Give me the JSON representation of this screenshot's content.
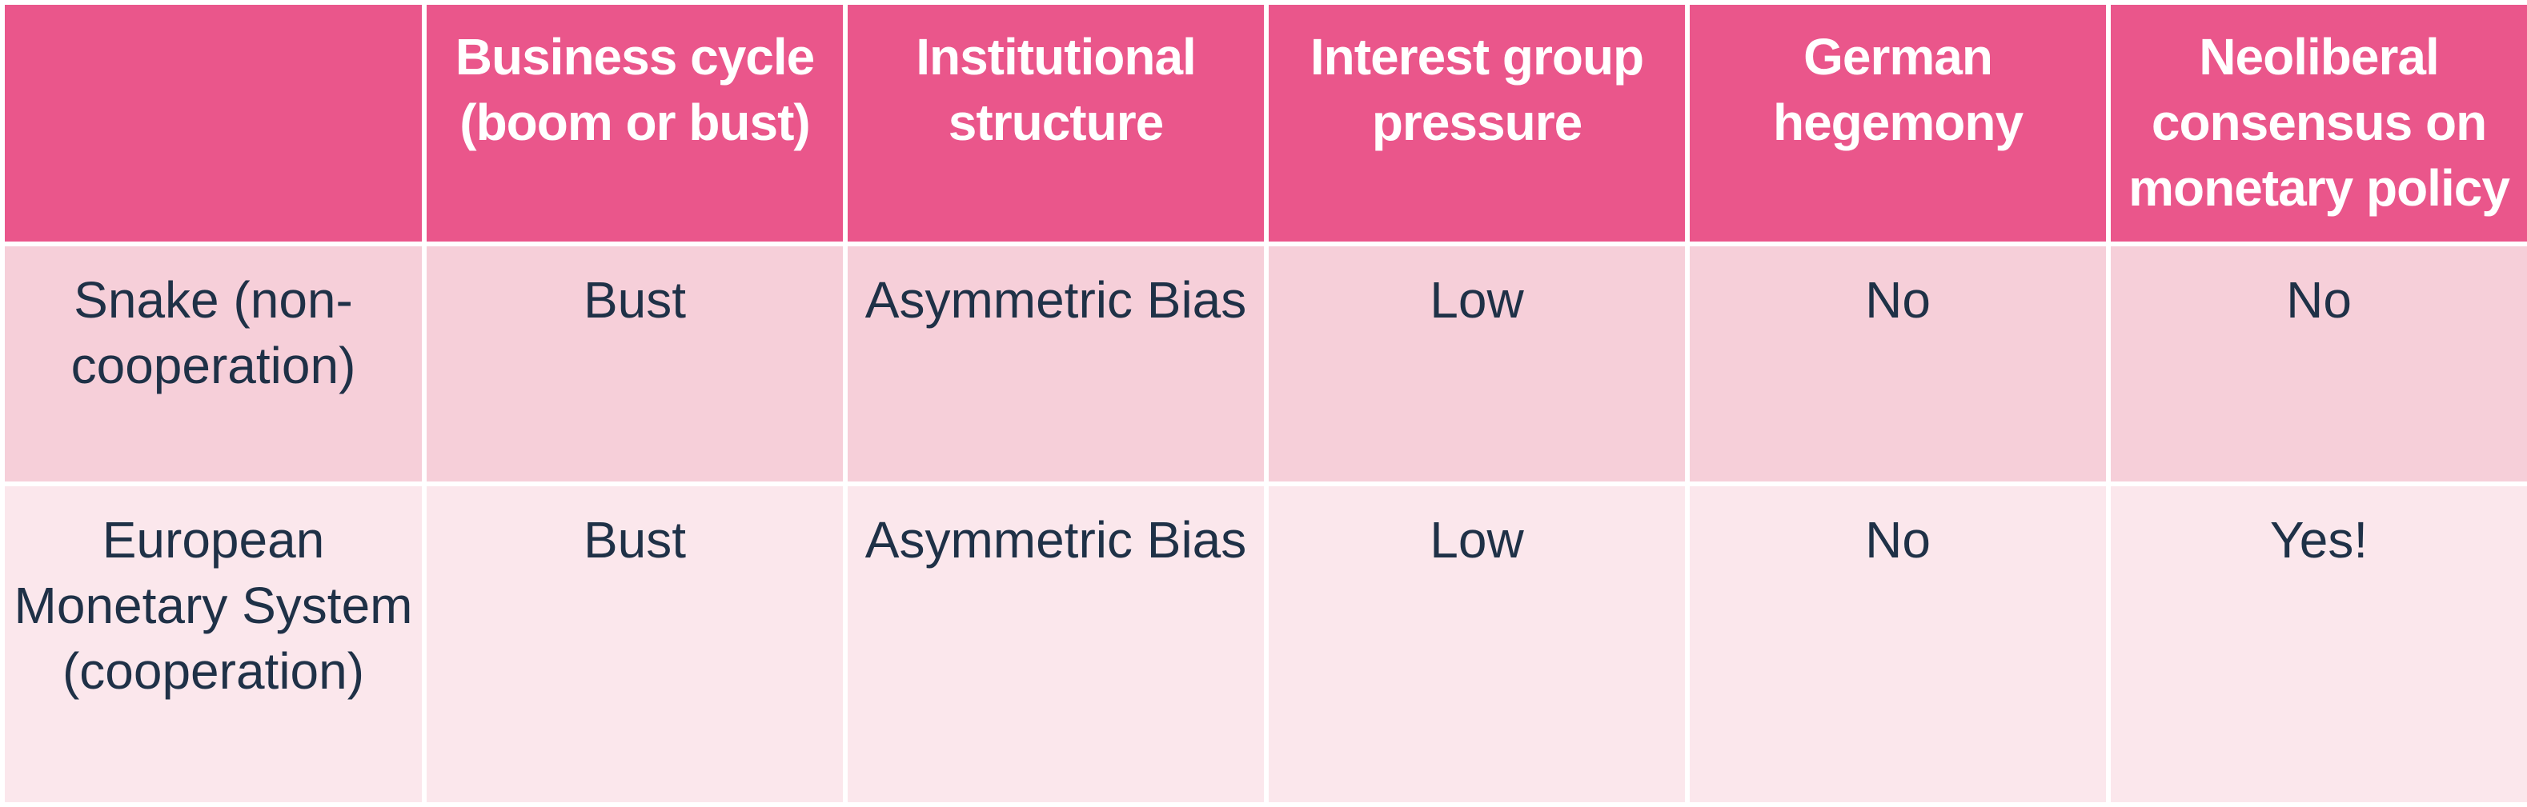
{
  "table": {
    "headers": [
      "",
      "Business cycle (boom or bust)",
      "Institutional structure",
      "Interest group pressure",
      "German hegemony",
      "Neoliberal consensus on monetary policy"
    ],
    "rows": [
      {
        "label": "Snake (non-cooperation)",
        "cells": [
          "Bust",
          "Asymmetric Bias",
          "Low",
          "No",
          "No"
        ]
      },
      {
        "label": "European Monetary System (cooperation)",
        "cells": [
          "Bust",
          "Asymmetric Bias",
          "Low",
          "No",
          "Yes!"
        ]
      }
    ]
  },
  "colors": {
    "header_bg": "#ea568b",
    "row1_bg": "#f6cfd9",
    "row2_bg": "#fbe7ec",
    "text": "#1f3147"
  }
}
